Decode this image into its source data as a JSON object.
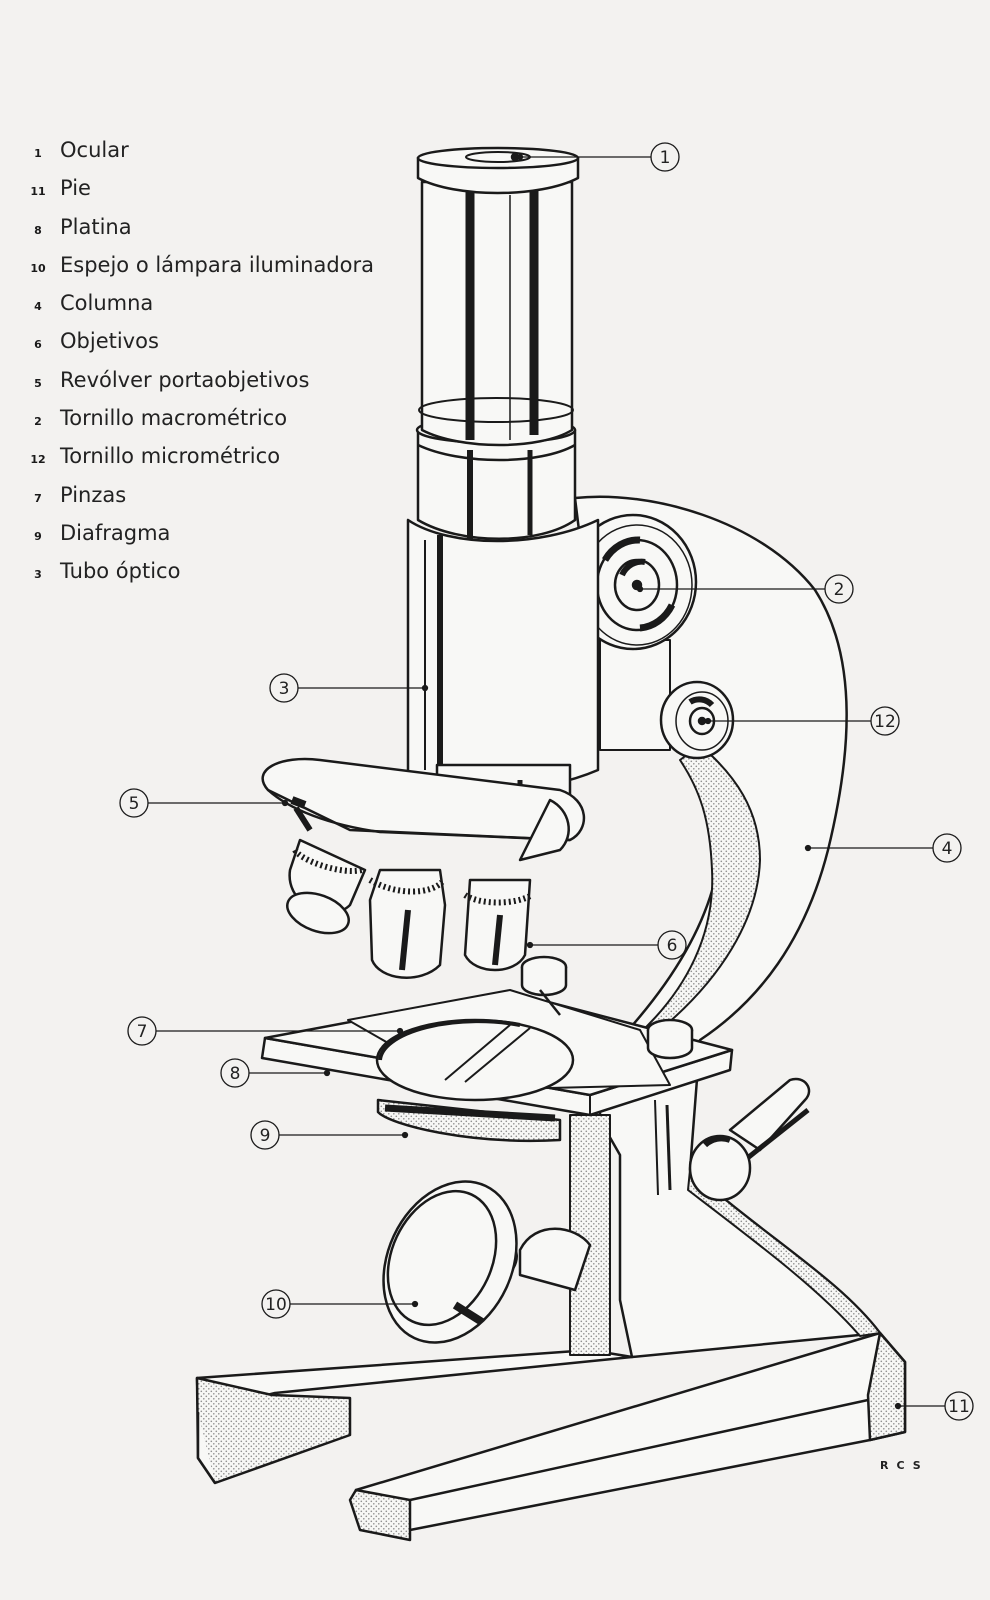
{
  "legend": [
    {
      "number": "1",
      "label": "Ocular"
    },
    {
      "number": "11",
      "label": "Pie"
    },
    {
      "number": "8",
      "label": "Platina"
    },
    {
      "number": "10",
      "label": "Espejo o lámpara iluminadora"
    },
    {
      "number": "4",
      "label": "Columna"
    },
    {
      "number": "6",
      "label": "Objetivos"
    },
    {
      "number": "5",
      "label": "Revólver portaobjetivos"
    },
    {
      "number": "2",
      "label": "Tornillo macrométrico"
    },
    {
      "number": "12",
      "label": "Tornillo micrométrico"
    },
    {
      "number": "7",
      "label": "Pinzas"
    },
    {
      "number": "9",
      "label": "Diafragma"
    },
    {
      "number": "3",
      "label": "Tubo óptico"
    }
  ],
  "callouts": {
    "ocular": "1",
    "macrometric_screw": "2",
    "optical_tube": "3",
    "column": "4",
    "revolver": "5",
    "objectives": "6",
    "clips": "7",
    "stage": "8",
    "diaphragm": "9",
    "mirror": "10",
    "foot": "11",
    "micrometric_screw": "12"
  },
  "signature": "RCS",
  "colors": {
    "background": "#f3f2f0",
    "ink": "#1a1a1a",
    "metal": "#f8f8f6",
    "stipple": "#9a9a9a"
  }
}
